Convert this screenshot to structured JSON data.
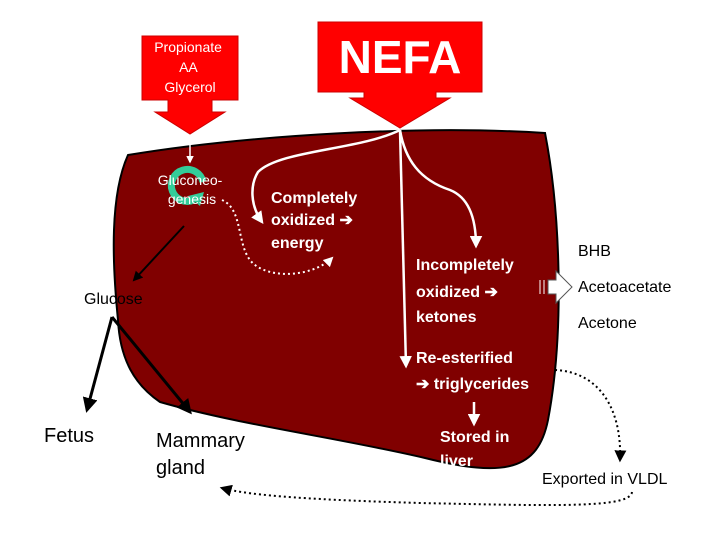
{
  "inputs": {
    "small_box_lines": [
      "Propionate",
      "AA",
      "Glycerol"
    ],
    "main_box": "NEFA"
  },
  "liver": {
    "gluconeo_lines": [
      "Gluconeo-",
      "genesis"
    ],
    "complete_lines": [
      "Completely",
      "oxidized ➔",
      "energy"
    ],
    "incomplete_lines": [
      "Incompletely",
      "oxidized ➔",
      "ketones"
    ],
    "reester_lines": [
      "Re-esterified",
      "➔ triglycerides"
    ],
    "stored_lines": [
      "Stored in",
      "liver"
    ]
  },
  "ketones": [
    "BHB",
    "Acetoacetate",
    "Acetone"
  ],
  "outside": {
    "glucose": "Glucose",
    "fetus": "Fetus",
    "mammary_lines": [
      "Mammary",
      "gland"
    ],
    "exported": "Exported in VLDL"
  },
  "colors": {
    "arrow_red": "#ff0000",
    "liver_fill": "#800000",
    "cycle_teal": "#33cc99"
  }
}
